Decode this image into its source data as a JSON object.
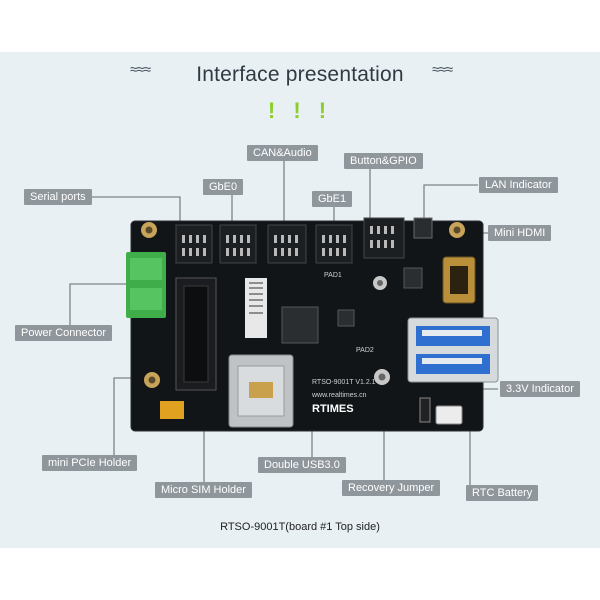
{
  "header": {
    "title": "Interface presentation",
    "marks": "! ! !"
  },
  "labels": {
    "can_audio": "CAN&Audio",
    "button_gpio": "Button&GPIO",
    "serial_ports": "Serial ports",
    "gbe0": "GbE0",
    "gbe1": "GbE1",
    "lan_indicator": "LAN Indicator",
    "mini_hdmi": "Mini HDMI",
    "power_connector": "Power Connector",
    "indicator_33v": "3.3V Indicator",
    "mini_pcie_holder": "mini PCIe Holder",
    "double_usb": "Double USB3.0",
    "micro_sim_holder": "Micro SIM Holder",
    "recovery_jumper": "Recovery Jumper",
    "rtc_battery": "RTC Battery"
  },
  "board": {
    "brand": "RTIMES",
    "model": "RTSO-9001T V1.2.1",
    "url": "www.realtimes.cn",
    "pad1": "PAD1",
    "pad2": "PAD2"
  },
  "caption": "RTSO-9001T(board #1 Top side)",
  "colors": {
    "panel": "#e8f0f4",
    "label_bg": "#8f969c",
    "pcb": "#111417",
    "accent_green": "#8ccf2a",
    "terminal_green": "#3fae4a"
  }
}
